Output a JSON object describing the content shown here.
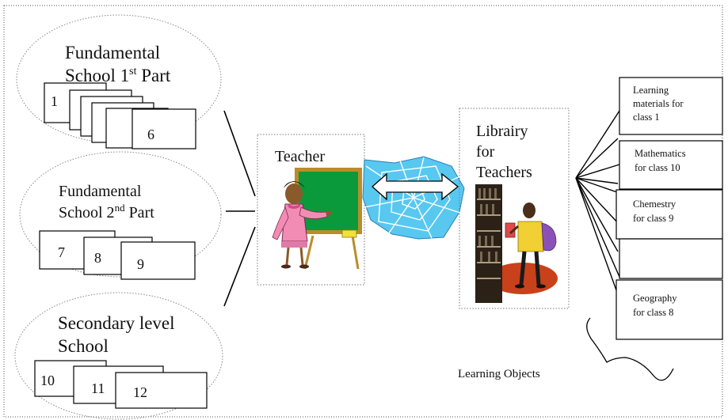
{
  "groups": [
    {
      "label_line1": "Fundamental",
      "label_line2_pre": "School 1",
      "label_line2_sup": "st",
      "label_line2_post": " Part",
      "cards": [
        "1",
        "",
        "",
        "",
        "",
        "6"
      ]
    },
    {
      "label_line1": "Fundamental",
      "label_line2_pre": "School 2",
      "label_line2_sup": "nd",
      "label_line2_post": " Part",
      "cards": [
        "7",
        "8",
        "9"
      ]
    },
    {
      "label_line1": "Secondary level",
      "label_line2": "School",
      "cards": [
        "10",
        "11",
        "12"
      ]
    }
  ],
  "teacher": {
    "label": "Teacher"
  },
  "library": {
    "line1": "Librairy",
    "line2": "for",
    "line3": "Teachers"
  },
  "objects": [
    {
      "lines": [
        "Learning",
        "materials for",
        "class 1"
      ]
    },
    {
      "lines": [
        "Mathematics",
        "for class 10"
      ]
    },
    {
      "lines": [
        "Chemestry",
        "for class 9"
      ]
    },
    {
      "lines": []
    },
    {
      "lines": [
        "Geography",
        "for class 8"
      ]
    }
  ],
  "objects_caption": "Learning Objects",
  "colors": {
    "board_green": "#0a9a3c",
    "board_frame": "#b98d2a",
    "web_blue": "#58c8f0",
    "floor_red": "#c8411b",
    "shelf_dark": "#2b2116"
  }
}
